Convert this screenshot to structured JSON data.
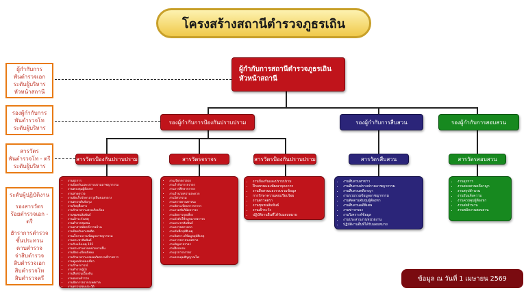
{
  "title": "โครงสร้างสถานีตำรวจภูธรเถิน",
  "footer": "ข้อมูล ณ วันที่ 1 เมษายน 2569",
  "left_panels": [
    [
      "ผู้กำกับการ",
      "พันตำรวจเอก",
      "ระดับผู้บริหาร",
      "หัวหน้าสถานี"
    ],
    [
      "รองผู้กำกับการ",
      "พันตำรวจโท",
      "ระดับผู้บริหาร"
    ],
    [
      "สารวัตร",
      "พันตำรวจโท - ตรี",
      "ระดับผู้บริหาร"
    ],
    [
      "ระดับผู้ปฏิบัติงาน",
      "",
      "รองสารวัตร",
      "ร้อยตำรวจเอก - ตรี",
      "",
      "ฮัาราการตำรวจ",
      "ชั้นประทวน",
      "ดาบตำรวจ",
      "จ่าสิบตำรวจ",
      "สิบตำรวจเอก",
      "สิบตำรวจโท",
      "สิบตำรวจตรี"
    ]
  ],
  "head": [
    "ผู้กำกับการสถานีตำรวจภูธรเถิน",
    "หัวหน้าสถานี"
  ],
  "deputies": {
    "prevention": "รองผู้กำกับการป้องกันปราบปราม",
    "investigation": "รองผู้กำกับการสืบสวน",
    "inquiry": "รองผู้กำกับการสอบสวน"
  },
  "inspectors": {
    "prevention": "สารวัตรป้องกันปราบปราม",
    "traffic": "สารวัตรจราจร",
    "prevention2": "สารวัตรป้องกันปราบปราม",
    "investigation": "สารวัตรสืบสวน",
    "inquiry": "สารวัตรสอบสวน"
  },
  "lists": {
    "prevention": [
      "งานธุรการ",
      "งานป้องกันและปราบปรามอาชญากรรม",
      "งานควบคุมผู้ต้องหา",
      "งานสายตรวจ",
      "งานจัดเก็บรักษาอาวุธปืนของกลาง",
      "งานตรวจค้นจับกุม",
      "งานวิทยุสื่อสาร",
      "งานรักษาความสงบเรียบร้อย",
      "งานชุมชนสัมพันธ์",
      "งานเฝ้าระวังเหตุ",
      "งานตำรวจชุมชน",
      "งานอาสาสมัครตำรวจบ้าน",
      "งานป้องกันยาเสพติด",
      "งานเก็บรวบรวมข้อมูลอาชญากรรม",
      "งานประชาสัมพันธ์",
      "งานรับแจ้งเหตุ 191",
      "งานประสานงานหน่วยงานอื่น",
      "งานจัดระเบียบสังคม",
      "งานรักษาความปลอดภัยสถานที่ราชการ",
      "งานดูแลนักท่องเที่ยว",
      "งานรักษาการณ์",
      "งานตำรวจผู้นำ",
      "งานสืบสวนเบื้องต้น",
      "งานอบรมตำรวจ",
      "งานจัดการจราจรเทศกาล",
      "งานตรวจสอบประวัติ",
      "งานธุรการเวร",
      "งานจัดทำรายงาน",
      "งานพัสดุ",
      "งานบริการประชาชน"
    ],
    "traffic": [
      "งานเรียกตรวจรถ",
      "งานกำกับการจราจร",
      "งานการศึกษาจราจร",
      "งานอำนวยความสะดวก",
      "งานวิศวกรรม",
      "งานตรวจยานพาหนะ",
      "งานจัดระเบียบการจราจร",
      "งานกวดขันวินัยจราจร",
      "งานจัดการจุดเสี่ยง",
      "งานบังคับใช้กฎหมายจราจร",
      "งานประชาสัมพันธ์",
      "งานตรวจสภาพรถ",
      "งานบันทึกอุบัติเหตุ",
      "งานวิเคราะห์ข้อมูลอุบัติเหตุ",
      "งานการจราจรเทศกาล",
      "งานปัญหาจราจร",
      "งานฝึกอบรม",
      "งานธุรการจราจร",
      "งานควบคุมสัญญาณไฟ"
    ],
    "prevention2": [
      "งานป้องกันและปราบปราม",
      "ฝึกอบรมและพัฒนาบุคลากร",
      "งานสืบสวนและรวบรวมข้อมูล",
      "การรักษาความสงบเรียบร้อย",
      "งานตรวจตรา",
      "งานชุมชนสัมพันธ์",
      "งานเฝ้าระวัง",
      "ปฏิบัติงานอื่นที่ได้รับมอบหมาย"
    ],
    "investigation": [
      "งานสืบสวนหาข่าว",
      "งานสืบสวนปราบปรามอาชญากรรม",
      "งานสืบสวนคดีอาญา",
      "งานรวบรวมข้อมูลอาชญากรรม",
      "งานติดตามจับกุมผู้ต้องหา",
      "งานสืบสวนคดีพิเศษ",
      "งานข่าวกรอง",
      "งานวิเคราะห์ข้อมูล",
      "งานประสานงานหน่วยงาน",
      "ปฏิบัติงานอื่นที่ได้รับมอบหมาย"
    ],
    "inquiry": [
      "งานธุรการ",
      "งานสอบสวนคดีอาญา",
      "งานสรุปสำนวน",
      "งานรับแจ้งความ",
      "งานควบคุมผู้ต้องหา",
      "งานส่งสำนวน",
      "งานพนักงานสอบสวน"
    ]
  }
}
